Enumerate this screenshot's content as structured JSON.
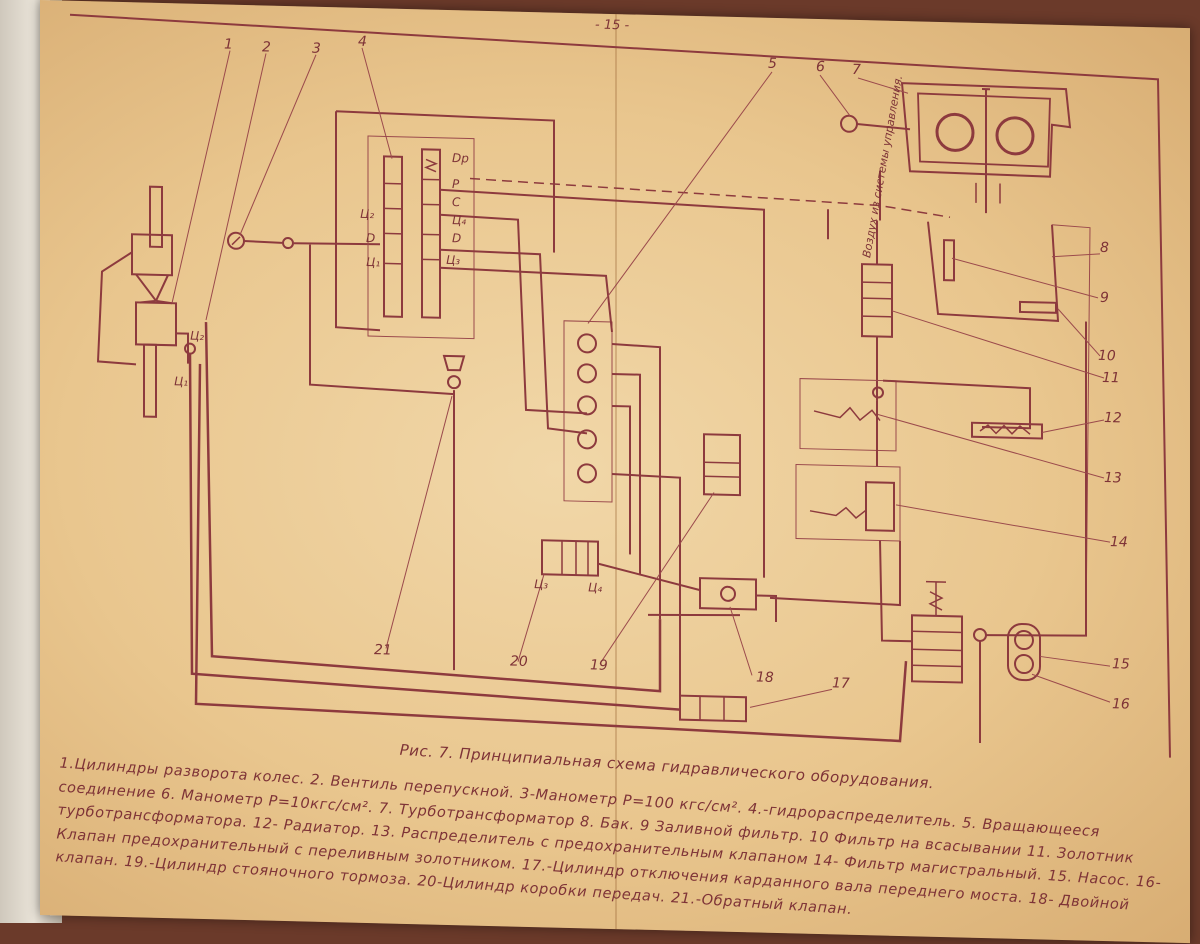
{
  "page_number": "- 15 -",
  "caption": "Рис. 7.   Принципиальная схема гидравлического оборудования.",
  "legend": "1.Цилиндры разворота колес. 2. Вентиль перепускной. 3-Манометр Р=100 кгс/см². 4.-гидрораспределитель. 5. Вращающееся соединение 6. Манометр Р=10кгс/см². 7. Турботрансформатор 8. Бак. 9 Заливной фильтр. 10 Фильтр на всасывании 11. Золотник турботрансформатора. 12- Радиатор. 13. Распределитель с предохранительным клапаном 14- Фильтр магистральный. 15. Насос. 16- Клапан предохранительный с переливным золотником. 17.-Цилиндр отключения карданного вала переднего моста. 18- Двойной клапан. 19.-Цилиндр стояночного тормоза. 20-Цилиндр коробки передач. 21.-Обратный клапан.",
  "callouts": [
    "1",
    "2",
    "3",
    "4",
    "5",
    "6",
    "7",
    "8",
    "9",
    "10",
    "11",
    "12",
    "13",
    "14",
    "15",
    "16",
    "17",
    "18",
    "19",
    "20",
    "21"
  ],
  "port_labels": {
    "c1": "Ц₁",
    "c2": "Ц₂",
    "c1b": "Ц₁",
    "c2b": "Ц₂",
    "c3": "Ц₃",
    "c4": "Ц₄",
    "c4b": "Ц₄",
    "c3b": "Ц₃",
    "dr": "Dр",
    "p": "P",
    "c": "C",
    "d": "D",
    "d2": "D"
  },
  "air_note": "Воздух из системы управления."
}
